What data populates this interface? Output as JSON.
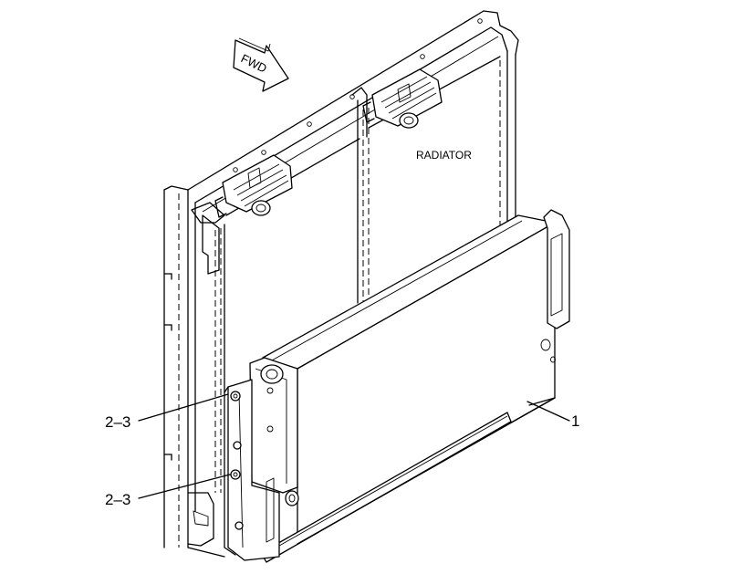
{
  "direction_arrow": {
    "label": "FWD",
    "icon": "forward-arrow-icon"
  },
  "component_label": "RADIATOR",
  "callouts": [
    {
      "id": "callout-1",
      "label": "1"
    },
    {
      "id": "callout-2-3-upper",
      "label": "2–3"
    },
    {
      "id": "callout-2-3-lower",
      "label": "2–3"
    }
  ]
}
